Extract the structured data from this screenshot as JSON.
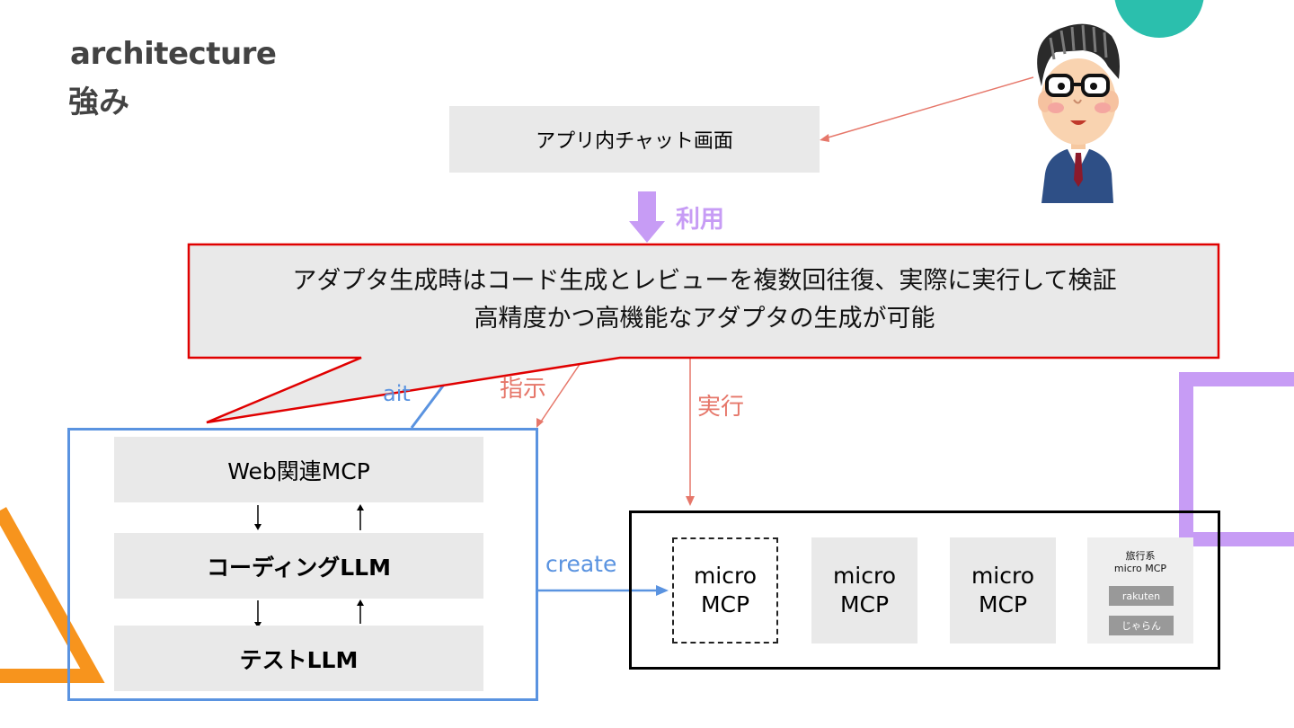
{
  "slide": {
    "title_en": "architecture",
    "title_jp": "強み"
  },
  "chat_screen": {
    "label": "アプリ内チャット画面"
  },
  "use_label": "利用",
  "callout": {
    "line1": "アダプタ生成時はコード生成とレビューを複数回往復、実際に実行して検証",
    "line2": "高精度かつ高機能なアダプタの生成が可能"
  },
  "hidden_partial_label": "ait",
  "instruct_label": "指示",
  "execute_label": "実行",
  "pipeline": {
    "web_mcp": "Web関連MCP",
    "coding_llm": "コーディングLLM",
    "test_llm": "テストLLM"
  },
  "create_label": "create",
  "micro_mcps": [
    {
      "line1": "micro",
      "line2": "MCP"
    },
    {
      "line1": "micro",
      "line2": "MCP"
    },
    {
      "line1": "micro",
      "line2": "MCP"
    }
  ],
  "travel_mcp": {
    "title": "旅行系",
    "subtitle": "micro MCP",
    "items": [
      "rakuten",
      "じゃらん"
    ]
  },
  "colors": {
    "callout_border": "#e00000",
    "blue": "#5a93e0",
    "red_arrow": "#e6776a",
    "purple": "#c79cf5",
    "orange": "#f7941d",
    "teal": "#2bbfad",
    "title_gray": "#434343"
  },
  "icons": [
    "businessman-icon",
    "down-arrow-icon"
  ]
}
